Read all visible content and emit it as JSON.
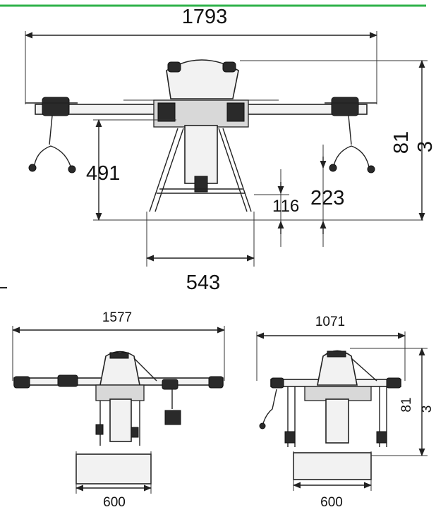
{
  "header_bar_color": "#2fb24a",
  "front_view": {
    "width_overall": "1793",
    "leg_height": "491",
    "leg_spread": "543",
    "clearance_a": "116",
    "clearance_b": "223",
    "height_digits": "81",
    "height_digit_extra": "3"
  },
  "side_view_left": {
    "width": "1577",
    "base_width": "600"
  },
  "side_view_right": {
    "width": "1071",
    "base_width": "600",
    "height_digits": "81",
    "height_digit_extra": "3"
  }
}
